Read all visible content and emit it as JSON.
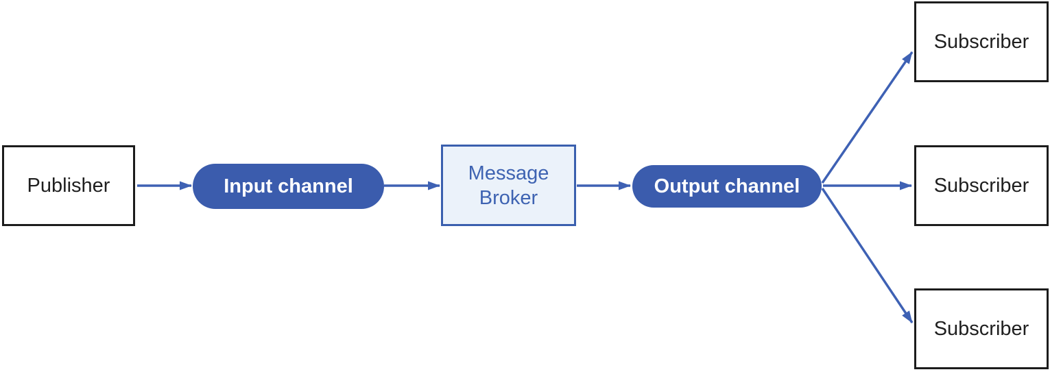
{
  "diagram": {
    "type": "publish-subscribe-pattern",
    "nodes": {
      "publisher": {
        "label": "Publisher",
        "shape": "rectangle"
      },
      "input_channel": {
        "label": "Input channel",
        "shape": "pill"
      },
      "message_broker": {
        "label": "Message Broker",
        "shape": "rectangle"
      },
      "output_channel": {
        "label": "Output channel",
        "shape": "pill"
      },
      "subscribers": [
        {
          "label": "Subscriber",
          "shape": "rectangle"
        },
        {
          "label": "Subscriber",
          "shape": "rectangle"
        },
        {
          "label": "Subscriber",
          "shape": "rectangle"
        }
      ]
    },
    "edges": [
      {
        "from": "publisher",
        "to": "input_channel"
      },
      {
        "from": "input_channel",
        "to": "message_broker"
      },
      {
        "from": "message_broker",
        "to": "output_channel"
      },
      {
        "from": "output_channel",
        "to": "subscriber_1"
      },
      {
        "from": "output_channel",
        "to": "subscriber_2"
      },
      {
        "from": "output_channel",
        "to": "subscriber_3"
      }
    ],
    "colors": {
      "accent_blue": "#3b5cad",
      "arrow": "#3e61b4",
      "broker_fill": "#ebf2fa",
      "broker_border": "#3a5fae",
      "broker_text": "#3e63b2",
      "box_border": "#1c1c1c",
      "text_dark": "#1f1f1f",
      "background": "#ffffff"
    }
  }
}
